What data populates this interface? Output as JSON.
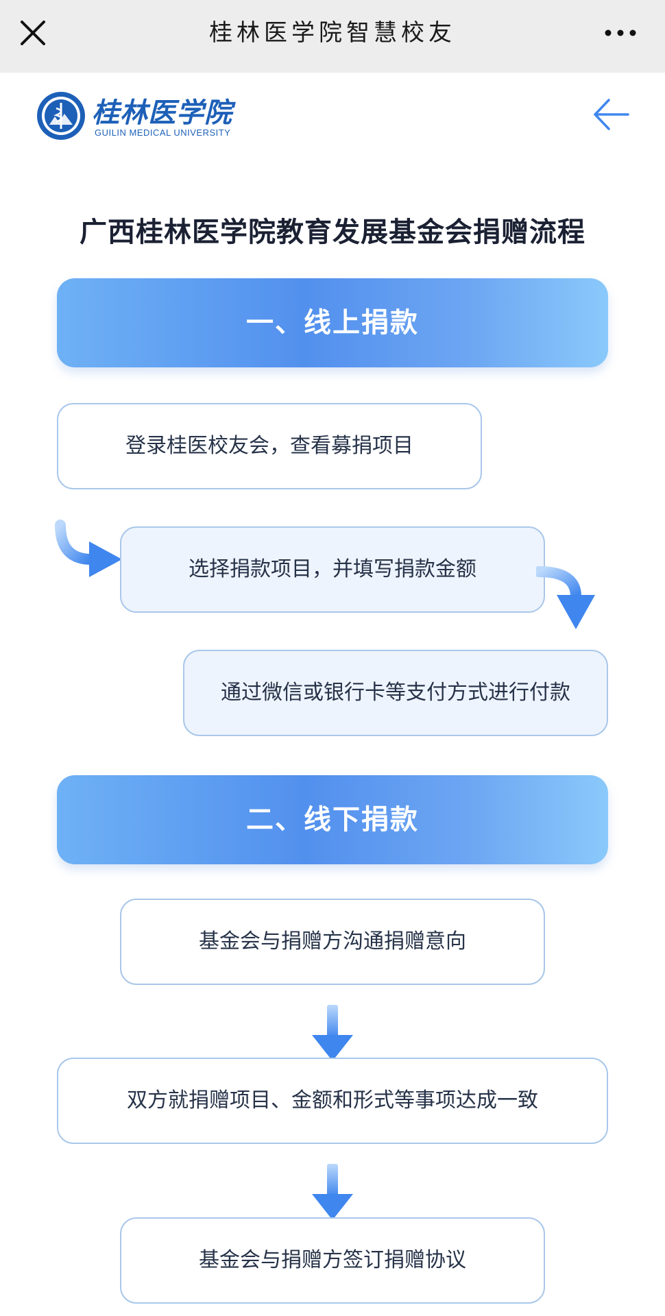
{
  "topbar": {
    "title": "桂林医学院智慧校友",
    "close_icon": "close-icon",
    "more_icon": "more-dots-icon"
  },
  "header": {
    "logo_cn": "桂林医学院",
    "logo_en": "GUILIN MEDICAL UNIVERSITY",
    "back_icon": "back-arrow-icon"
  },
  "page_title": "广西桂林医学院教育发展基金会捐赠流程",
  "sections": [
    {
      "title": "一、线上捐款",
      "steps": [
        "登录桂医校友会，查看募捐项目",
        "选择捐款项目，并填写捐款金额",
        "通过微信或银行卡等支付方式进行付款"
      ]
    },
    {
      "title": "二、线下捐款",
      "steps": [
        "基金会与捐赠方沟通捐赠意向",
        "双方就捐赠项目、金额和形式等事项达成一致",
        "基金会与捐赠方签订捐赠协议"
      ]
    }
  ],
  "colors": {
    "brand_blue": "#1d60b8",
    "header_gradient_start": "#6fb1f5",
    "header_gradient_mid": "#5290ee",
    "header_gradient_end": "#8ac9fb",
    "step_border": "#a9c7ea",
    "arrow_blue": "#3f86ee"
  }
}
